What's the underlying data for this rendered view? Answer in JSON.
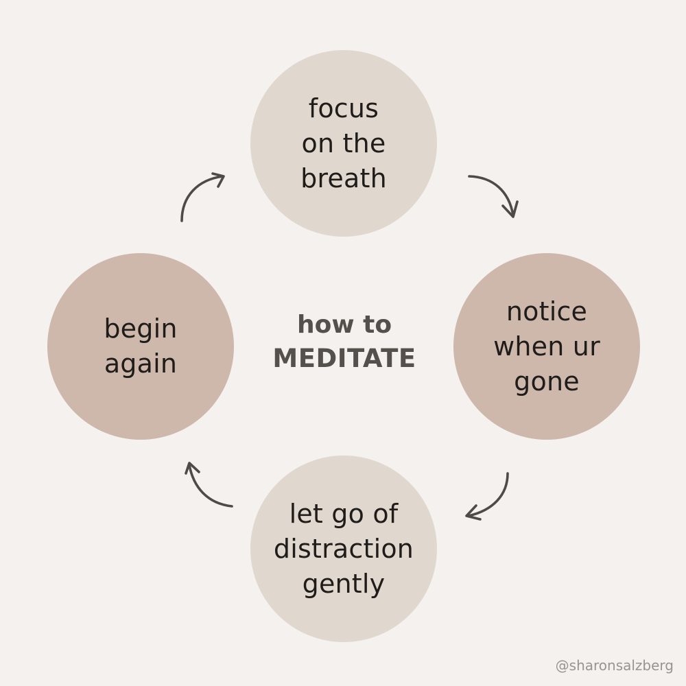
{
  "title": {
    "line1": "how to",
    "line2": "MEDITATE"
  },
  "steps": [
    {
      "id": "top",
      "text": "focus\non the\nbreath",
      "color": "#e0d8cf"
    },
    {
      "id": "right",
      "text": "notice\nwhen ur\ngone",
      "color": "#cdb8ab"
    },
    {
      "id": "bottom",
      "text": "let go of\ndistraction\ngently",
      "color": "#e0d8cf"
    },
    {
      "id": "left",
      "text": "begin\nagain",
      "color": "#cdb8ab"
    }
  ],
  "credit": "@sharonsalzberg",
  "colors": {
    "background": "#f4f1ee",
    "title": "#55504c",
    "arrow": "#4f4a47",
    "credit": "#9a9390"
  },
  "icons": [
    "curved-arrow-icon"
  ]
}
